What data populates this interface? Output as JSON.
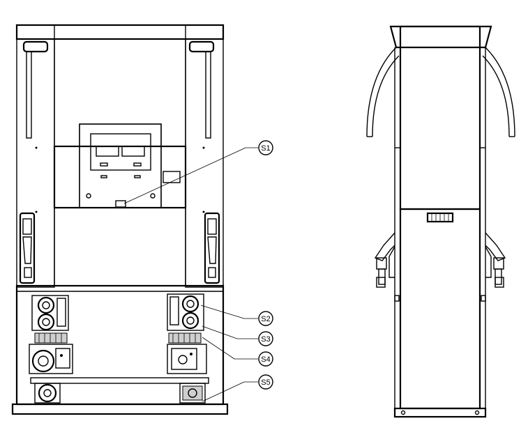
{
  "callouts": [
    {
      "id": "s1",
      "label": "S1"
    },
    {
      "id": "s2",
      "label": "S2"
    },
    {
      "id": "s3",
      "label": "S3"
    },
    {
      "id": "s4",
      "label": "S4"
    },
    {
      "id": "s5",
      "label": "S5"
    }
  ]
}
